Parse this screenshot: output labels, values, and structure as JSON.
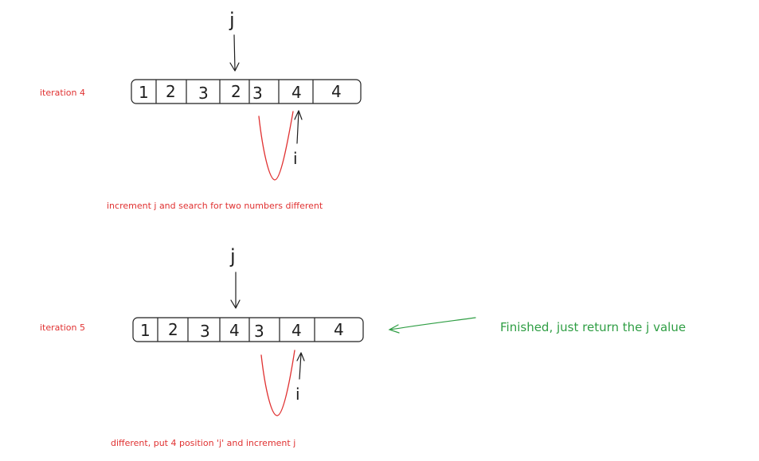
{
  "diagram": {
    "iterations": [
      {
        "label": "iteration 4",
        "cells": [
          "1",
          "2",
          "3",
          "2",
          "3",
          "4",
          "4"
        ],
        "j_label": "j",
        "i_label": "i",
        "note": "increment j and search for two numbers different"
      },
      {
        "label": "iteration 5",
        "cells": [
          "1",
          "2",
          "3",
          "4",
          "3",
          "4",
          "4"
        ],
        "j_label": "j",
        "i_label": "i",
        "note": "different, put 4 position 'j' and increment j"
      }
    ],
    "finished_note": "Finished, just return the j value"
  },
  "colors": {
    "ink": "#1e1e1e",
    "red": "#e03131",
    "green": "#2f9e44"
  }
}
